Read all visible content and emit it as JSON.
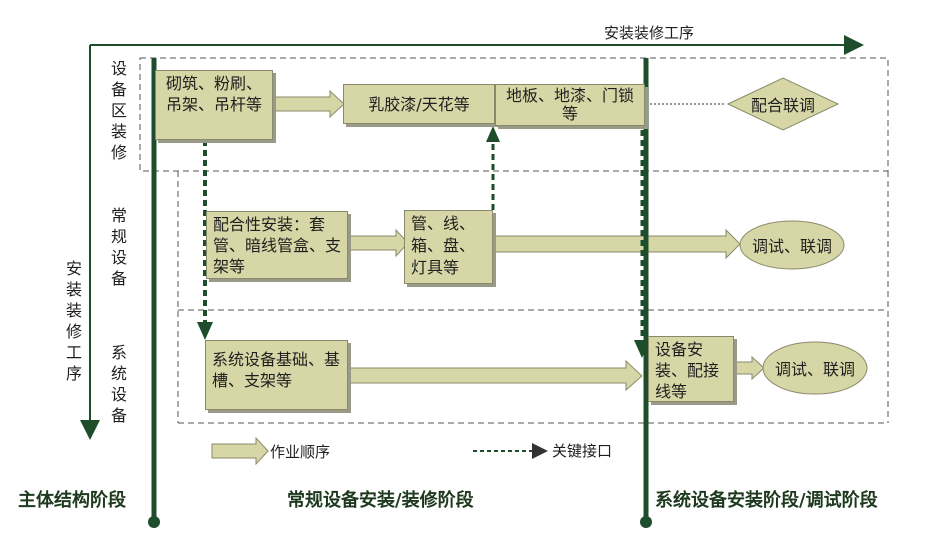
{
  "top_axis_label": "安装装修工序",
  "left_axis_label": "安装装修工序",
  "rows": {
    "decoration": "设备区装修",
    "regular": "常规设备",
    "system": "系统设备"
  },
  "boxes": {
    "masonry": "砌筑、粉刷、吊架、吊杆等",
    "latex": "乳胶漆/天花等",
    "floor": "地板、地漆、门锁等",
    "supporting_install": "配合性安装：套管、暗线管盒、支架等",
    "pipes": "管、线、箱、盘、灯具等",
    "sys_foundation": "系统设备基础、基槽、支架等",
    "equip_install": "设备安装、配接线等"
  },
  "terminals": {
    "coordination": "配合联调",
    "debug1": "调试、联调",
    "debug2": "调试、联调"
  },
  "legend": {
    "work_sequence": "作业顺序",
    "key_interface": "关键接口"
  },
  "phases": {
    "main_structure": "主体结构阶段",
    "regular_install": "常规设备安装/装修阶段",
    "system_install": "系统设备安装阶段/调试阶段"
  },
  "colors": {
    "box_fill": "#d6d6a6",
    "main_line": "#1e4d2b",
    "dashed": "#555555"
  }
}
